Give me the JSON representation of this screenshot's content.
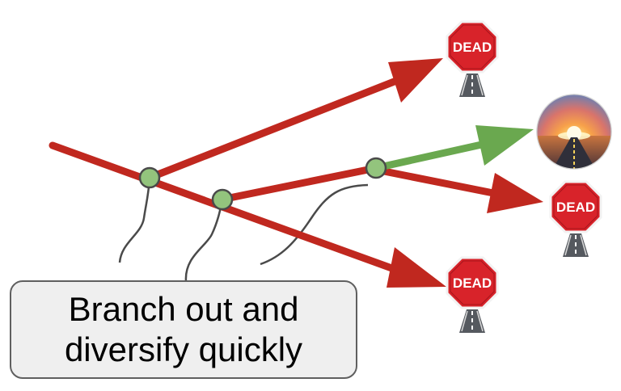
{
  "caption": {
    "line1": "Branch out and",
    "line2": "diversify quickly"
  },
  "signs": {
    "dead_label": "DEAD"
  },
  "icons": {
    "dead_end_sign": "dead-end-sign-icon",
    "sunrise_road": "sunrise-road-icon",
    "branch_node": "branch-node"
  },
  "colors": {
    "dead_path": "#c0281f",
    "success_path": "#6aa84f",
    "node_fill": "#93c47d",
    "node_stroke": "#4a4a4a",
    "connector": "#4a4a4a",
    "sign_red": "#d8232a",
    "box_fill": "#efefef",
    "box_border": "#5f5f5f"
  }
}
